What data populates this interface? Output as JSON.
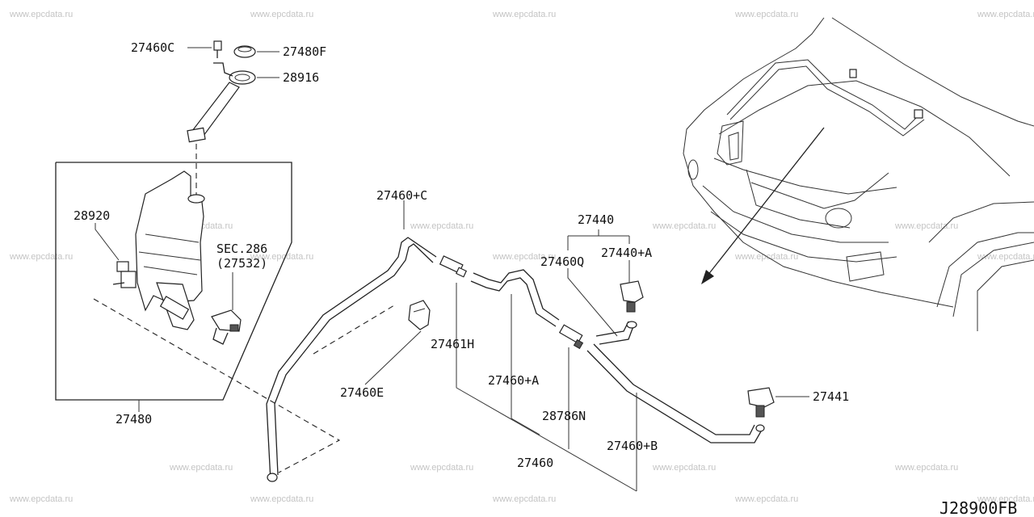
{
  "watermark": "www.epcdata.ru",
  "diagram_code": "J28900FB",
  "labels": {
    "p27460C": "27460C",
    "p27480F": "27480F",
    "p28916": "28916",
    "p28920": "28920",
    "sec286": "SEC.286",
    "sec27532": "(27532)",
    "p27480": "27480",
    "p27460plusC": "27460+C",
    "p27460E": "27460E",
    "p27461H": "27461H",
    "p27460plusA": "27460+A",
    "p28786N": "28786N",
    "p27460": "27460",
    "p27460plusB": "27460+B",
    "p27440": "27440",
    "p27440plusA": "27440+A",
    "p27460Q": "27460Q",
    "p27441": "27441"
  }
}
